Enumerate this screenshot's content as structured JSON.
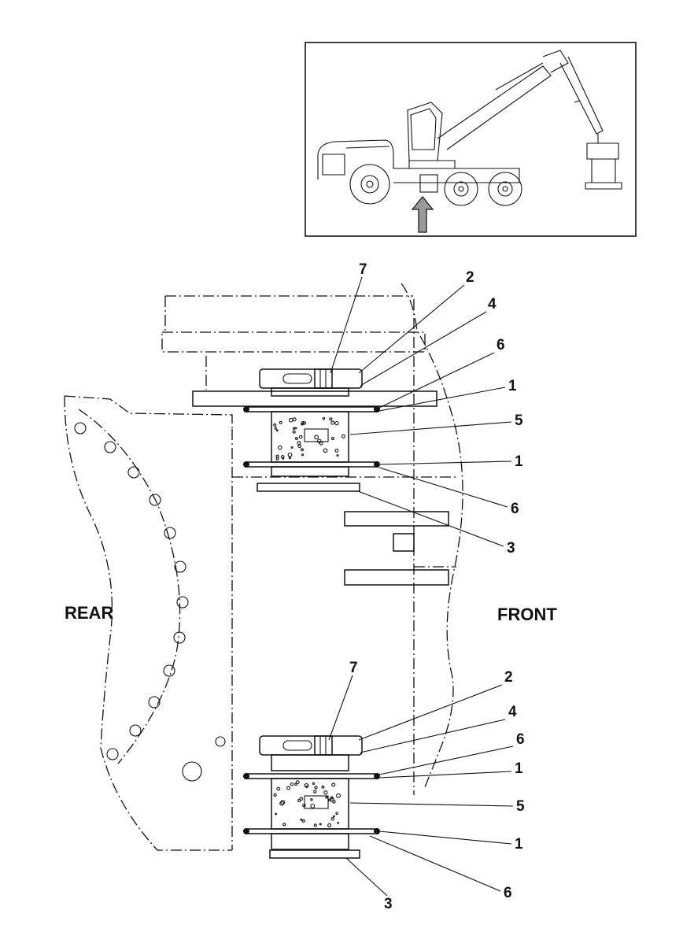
{
  "labels": {
    "rear": "REAR",
    "front": "FRONT"
  },
  "callouts_top": [
    "7",
    "2",
    "4",
    "6",
    "1",
    "5",
    "1",
    "6",
    "3"
  ],
  "callouts_bottom": [
    "7",
    "2",
    "4",
    "6",
    "1",
    "5",
    "1",
    "6",
    "3"
  ],
  "inset": {
    "description_icon": "forest-harvester-machine-icon",
    "pointer": "up-arrow-icon"
  },
  "colors": {
    "line": "#111111",
    "background": "#ffffff",
    "arrow_fill": "#9a9a9a"
  }
}
